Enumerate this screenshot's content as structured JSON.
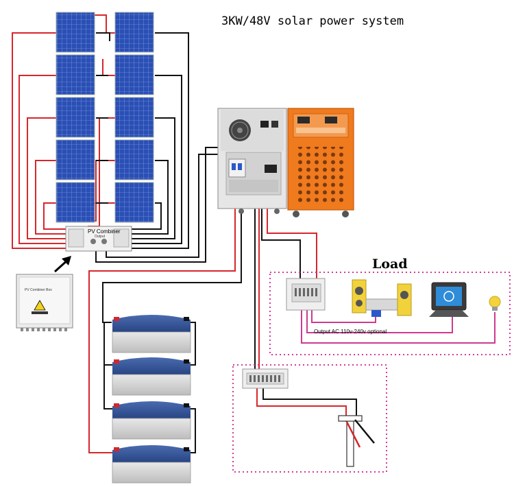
{
  "title": "3KW/48V solar power system",
  "combiner_box_label": "PV Combiner",
  "combiner_box_output": "Output",
  "combiner_unit_label": "PV Combiner Box",
  "load_label": "Load",
  "output_label": "Output AC 110v-240v optional",
  "colors": {
    "positive_wire": "#d6262b",
    "negative_wire": "#111111",
    "load_wire": "#cc3a8e",
    "panel_blue": "#1f3f9c",
    "inverter_orange": "#f07a1e",
    "battery_blue": "#2f4e8e",
    "dotted_border": "#d43a9a"
  }
}
